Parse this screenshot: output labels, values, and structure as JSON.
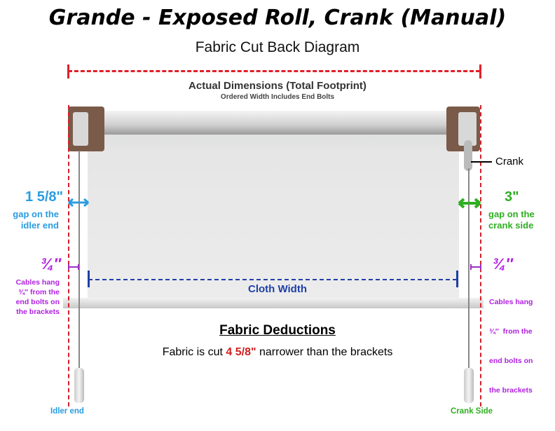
{
  "title": "Grande - Exposed Roll, Crank (Manual)",
  "subtitle": "Fabric Cut Back Diagram",
  "footprint": {
    "label": "Actual Dimensions (Total Footprint)",
    "note": "Ordered Width Includes End Bolts"
  },
  "crank_label": "Crank",
  "left_gap": {
    "value": "1 5/8\"",
    "line1": "gap on the",
    "line2": "idler end"
  },
  "right_gap": {
    "value": "3\"",
    "line1": "gap on the",
    "line2": "crank side"
  },
  "cables_left": {
    "value": "¾″",
    "lines": [
      "Cables hang",
      "¾″ from the",
      "end bolts on",
      "the brackets"
    ]
  },
  "cables_right": {
    "value": "¾″",
    "lines": [
      "Cables hang",
      "¾″  from the",
      "end bolts on",
      "the brackets"
    ]
  },
  "cloth_width": "Cloth Width",
  "deductions": {
    "heading": "Fabric Deductions",
    "pre": "Fabric is cut ",
    "amount": "4 5/8\"",
    "post": " narrower than the brackets"
  },
  "idler_end": "Idler end",
  "crank_side": "Crank Side",
  "colors": {
    "red": "#e0202a",
    "blue": "#2a9ce0",
    "green": "#2fae22",
    "purple": "#b020e0",
    "navy": "#1f3fa8"
  }
}
